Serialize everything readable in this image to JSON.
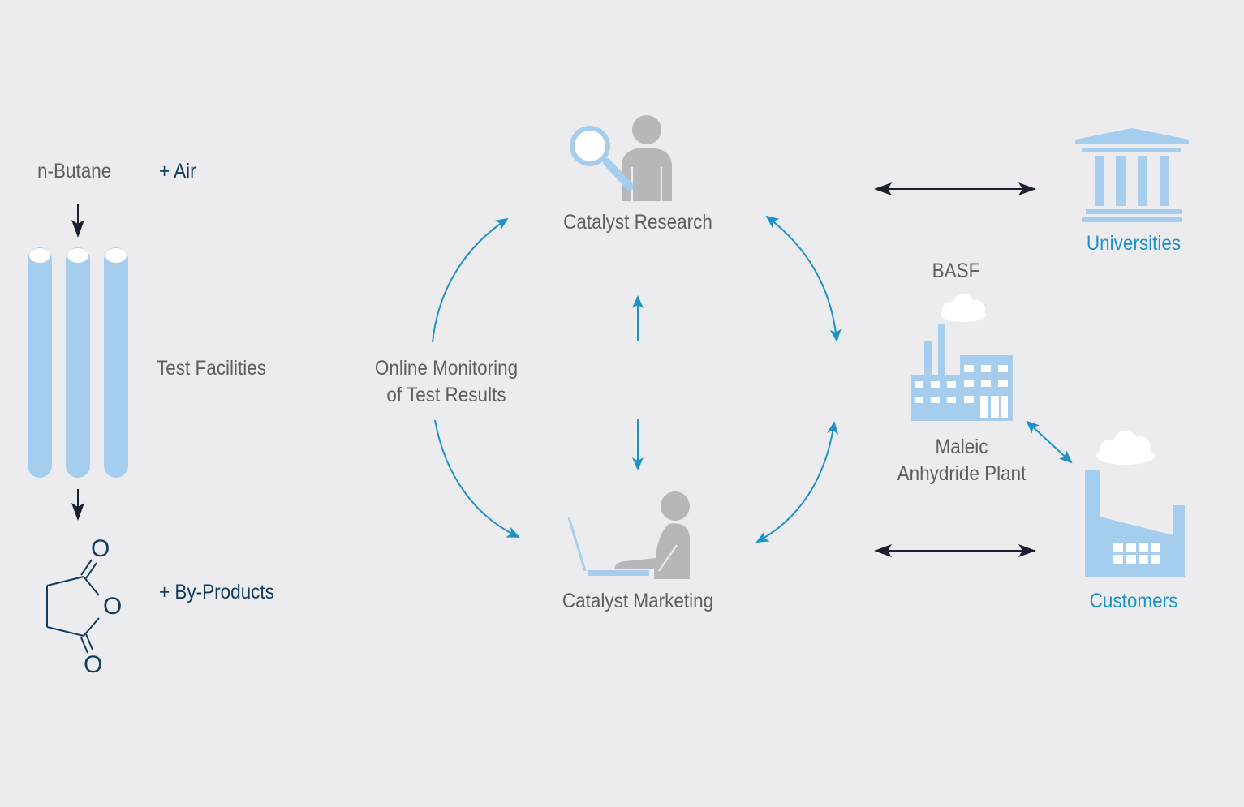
{
  "left": {
    "feed_label": "n-Butane",
    "air_label": "+ Air",
    "facility_label": "Test Facilities",
    "byproducts_label": "+ By-Products",
    "molecule_atoms": [
      "O",
      "O",
      "O"
    ]
  },
  "center": {
    "research_label": "Catalyst Research",
    "marketing_label": "Catalyst Marketing",
    "monitoring_label_line1": "Online Monitoring",
    "monitoring_label_line2": "of Test Results"
  },
  "right": {
    "basf_label": "BASF",
    "plant_label_line1": "Maleic",
    "plant_label_line2": "Anhydride Plant",
    "universities_label": "Universities",
    "customers_label": "Customers"
  },
  "colors": {
    "background": "#ececef",
    "light_blue": "#a5cdee",
    "accent_blue": "#1d92c8",
    "navy": "#103c5e",
    "gray_text": "#5e5e60",
    "icon_gray": "#b7b7b9",
    "arrow_dark": "#1b1f2e"
  },
  "icons": [
    "test-tube-icon",
    "maleic-anhydride-icon",
    "researcher-icon",
    "magnifier-icon",
    "marketer-icon",
    "laptop-icon",
    "university-icon",
    "factory-icon",
    "cloud-icon"
  ]
}
